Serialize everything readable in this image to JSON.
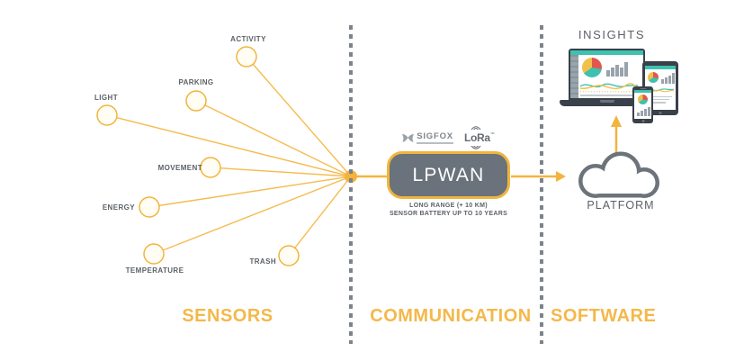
{
  "palette": {
    "orange": "#f2b43d",
    "orange_title": "#f4b84a",
    "gray_text": "#5c6168",
    "box_gray": "#6a727b",
    "frame_dark": "#39414a",
    "teal": "#3ec1af",
    "red": "#e2574c",
    "yellow": "#f2c04a",
    "dash_gray": "#7c838b"
  },
  "sections": {
    "sensors": {
      "title": "SENSORS",
      "items": [
        {
          "label": "ACTIVITY"
        },
        {
          "label": "PARKING"
        },
        {
          "label": "LIGHT"
        },
        {
          "label": "MOVEMENT"
        },
        {
          "label": "ENERGY"
        },
        {
          "label": "TEMPERATURE"
        },
        {
          "label": "TRASH"
        }
      ]
    },
    "communication": {
      "title": "COMMUNICATION",
      "lpwan_label": "LPWAN",
      "sigfox_logo": "SIGFOX",
      "lora_logo": "LoRa",
      "lora_tm": "™",
      "caption_line1": "LONG RANGE (+ 10 KM)",
      "caption_line2": "SENSOR BATTERY UP TO 10 YEARS"
    },
    "software": {
      "title": "SOFTWARE",
      "insights_label": "INSIGHTS",
      "platform_label": "PLATFORM"
    }
  }
}
